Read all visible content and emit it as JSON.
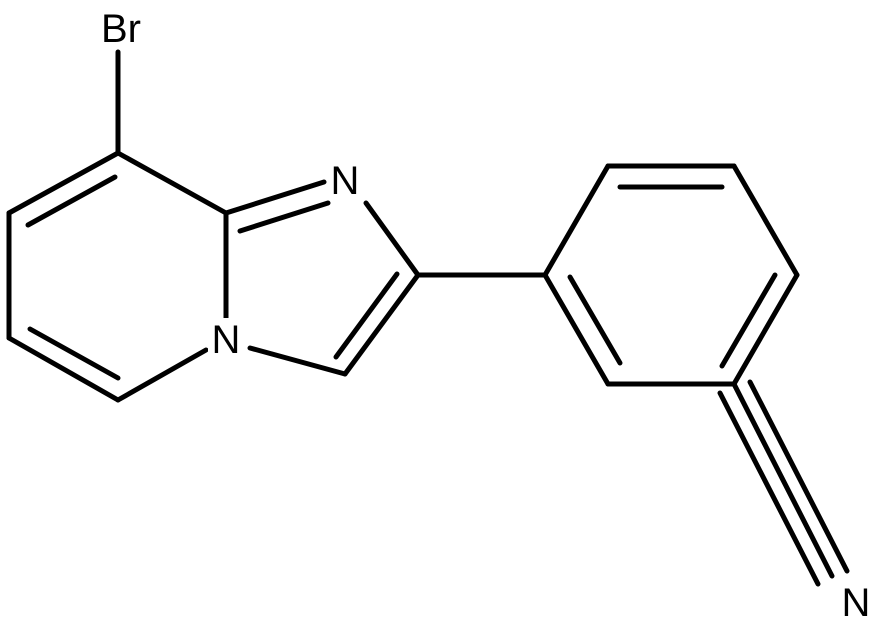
{
  "molecule": {
    "atoms": {
      "br": "Br",
      "n_imine": "N",
      "n_bridge": "N",
      "n_nitrile": "N"
    }
  }
}
